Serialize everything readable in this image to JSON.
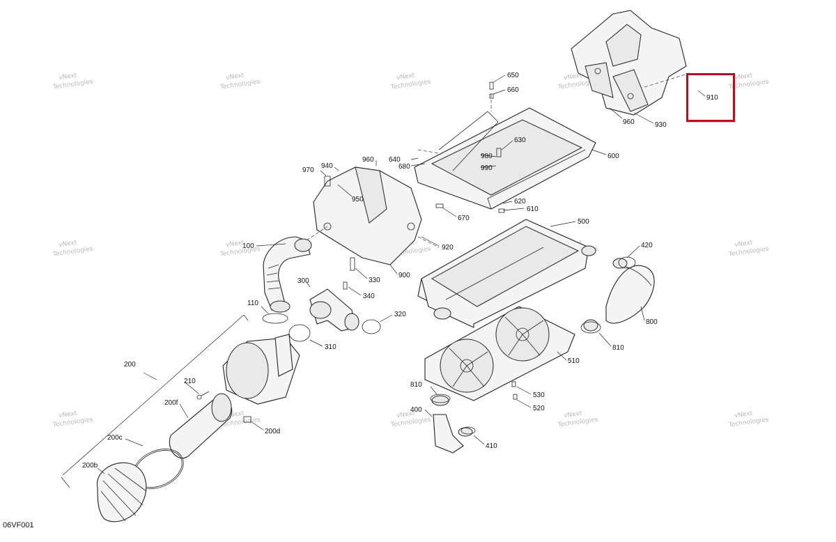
{
  "diagram_code": "06VF001",
  "highlight": {
    "part": "910",
    "color": "#d0021b"
  },
  "watermark": {
    "line1": "vNext",
    "line2": "Technologies"
  },
  "labels": [
    {
      "id": "650",
      "text": "650"
    },
    {
      "id": "660",
      "text": "660"
    },
    {
      "id": "910",
      "text": "910"
    },
    {
      "id": "960a",
      "text": "960"
    },
    {
      "id": "930",
      "text": "930"
    },
    {
      "id": "630",
      "text": "630"
    },
    {
      "id": "640",
      "text": "640"
    },
    {
      "id": "680",
      "text": "680"
    },
    {
      "id": "980",
      "text": "980"
    },
    {
      "id": "990",
      "text": "990"
    },
    {
      "id": "600",
      "text": "600"
    },
    {
      "id": "960b",
      "text": "960"
    },
    {
      "id": "970",
      "text": "970"
    },
    {
      "id": "940",
      "text": "940"
    },
    {
      "id": "950",
      "text": "950"
    },
    {
      "id": "620",
      "text": "620"
    },
    {
      "id": "610",
      "text": "610"
    },
    {
      "id": "670",
      "text": "670"
    },
    {
      "id": "500",
      "text": "500"
    },
    {
      "id": "100",
      "text": "100"
    },
    {
      "id": "920",
      "text": "920"
    },
    {
      "id": "420",
      "text": "420"
    },
    {
      "id": "330",
      "text": "330"
    },
    {
      "id": "900",
      "text": "900"
    },
    {
      "id": "300",
      "text": "300"
    },
    {
      "id": "340",
      "text": "340"
    },
    {
      "id": "110",
      "text": "110"
    },
    {
      "id": "320",
      "text": "320"
    },
    {
      "id": "800",
      "text": "800"
    },
    {
      "id": "310",
      "text": "310"
    },
    {
      "id": "810a",
      "text": "810"
    },
    {
      "id": "200",
      "text": "200"
    },
    {
      "id": "510",
      "text": "510"
    },
    {
      "id": "210",
      "text": "210"
    },
    {
      "id": "810b",
      "text": "810"
    },
    {
      "id": "530",
      "text": "530"
    },
    {
      "id": "200f",
      "text": "200f"
    },
    {
      "id": "400",
      "text": "400"
    },
    {
      "id": "520",
      "text": "520"
    },
    {
      "id": "200d",
      "text": "200d"
    },
    {
      "id": "200c",
      "text": "200c"
    },
    {
      "id": "410",
      "text": "410"
    },
    {
      "id": "200b",
      "text": "200b"
    }
  ]
}
